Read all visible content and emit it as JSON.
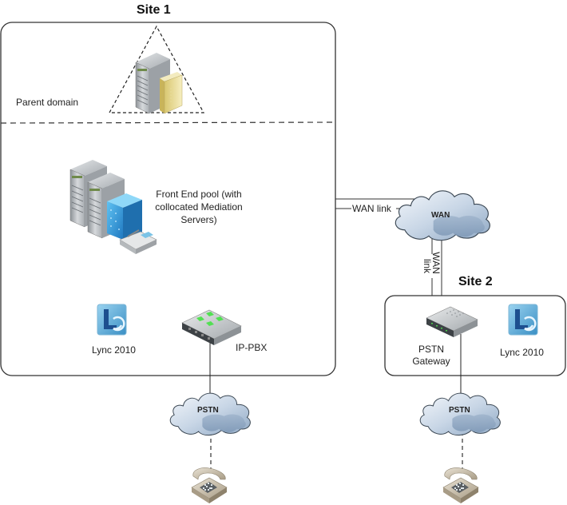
{
  "sites": [
    {
      "title": "Site 1"
    },
    {
      "title": "Site 2"
    }
  ],
  "labels": {
    "parent_domain": "Parent domain",
    "front_end_pool": [
      "Front End pool (with",
      "collocated Mediation",
      "Servers)"
    ],
    "lync_site1": "Lync 2010",
    "ip_pbx": "IP-PBX",
    "pstn_gateway": [
      "PSTN",
      "Gateway"
    ],
    "lync_site2": "Lync 2010",
    "wan_link_horizontal": "WAN link",
    "wan_link_vertical_1": "WAN",
    "wan_link_vertical_2": "link"
  },
  "clouds": {
    "wan": "WAN",
    "pstn_left": "PSTN",
    "pstn_right": "PSTN"
  },
  "icons": {
    "domain_controller": "server-with-directory-icon",
    "front_end_servers": "server-pool-icon",
    "mediation_server": "mediation-server-icon",
    "lync_client": "lync-2010-icon",
    "ip_pbx": "ip-pbx-switch-icon",
    "pstn_gateway": "gateway-icon",
    "telephone": "telephone-icon"
  },
  "colors": {
    "line": "#222222",
    "cloud_light": "#eef3f8",
    "cloud_dark": "#8ea7c2",
    "server_gray": "#b7bcc0",
    "folder_yellow": "#e8d98f",
    "lync_blue": "#3a8fc4",
    "pbx_green": "#52e052"
  }
}
